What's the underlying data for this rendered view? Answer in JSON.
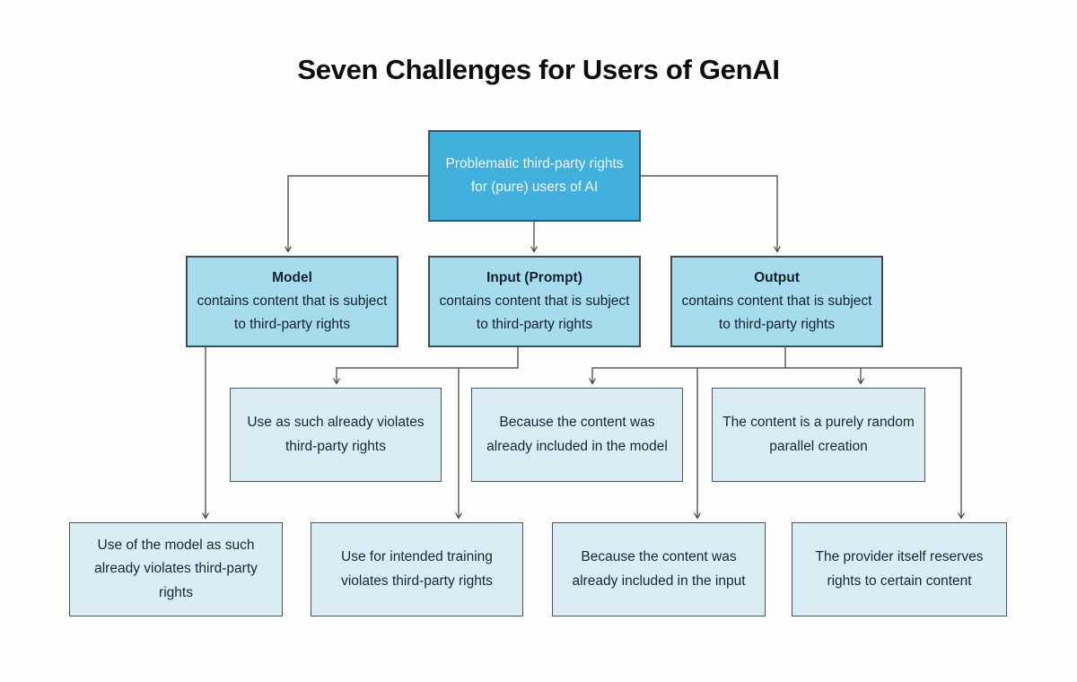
{
  "title": "Seven Challenges for Users of GenAI",
  "colors": {
    "background": "#fdfdfd",
    "root_fill": "#41b0dd",
    "root_text": "#eef8fd",
    "branch_fill": "#a7dcee",
    "leaf_fill": "#daedf5",
    "box_border": "#3c4d55",
    "connector": "#3c3c3c",
    "dark_text": "#12212e",
    "title_text": "#0d0d0d"
  },
  "nodes": {
    "root": {
      "text": "Problematic third-party rights for (pure) users of AI"
    },
    "model": {
      "heading": "Model",
      "body": "contains content that is subject to third-party rights"
    },
    "input": {
      "heading": "Input (Prompt)",
      "body": "contains content that is subject to third-party rights"
    },
    "output": {
      "heading": "Output",
      "body": "contains content that is subject to third-party rights"
    },
    "input_child1": {
      "body": "Use as such already violates third-party rights"
    },
    "output_child1": {
      "body": "Because the content was already included in the model"
    },
    "output_child2": {
      "body": "The content is a purely random parallel creation"
    },
    "model_child1": {
      "body": "Use of the model as such already violates third-party rights"
    },
    "input_child2": {
      "body": "Use for intended training violates third-party rights"
    },
    "output_child3": {
      "body": "Because the content was already included in the input"
    },
    "output_child4": {
      "body": "The provider itself reserves rights to certain content"
    }
  }
}
